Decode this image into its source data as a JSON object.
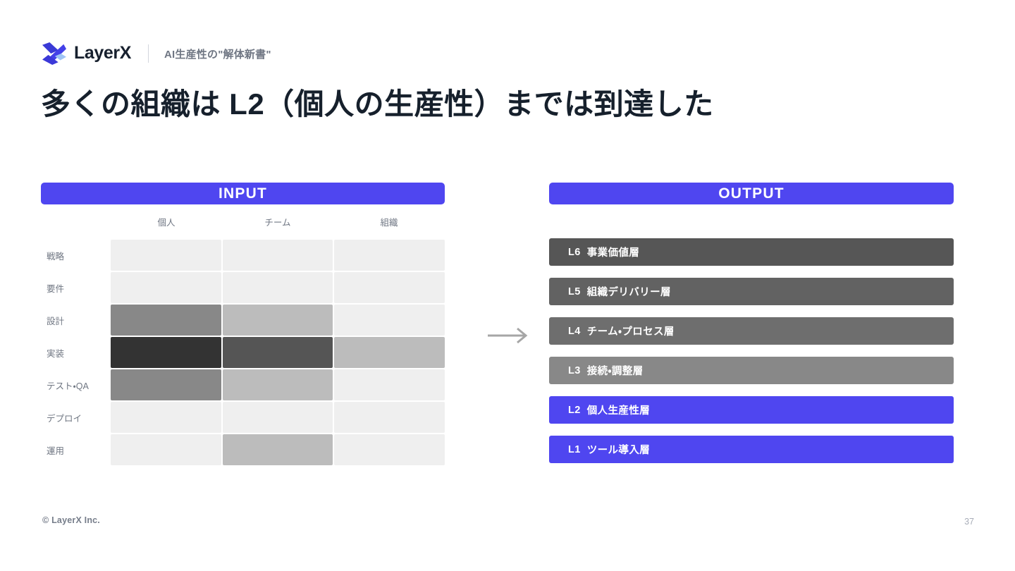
{
  "header": {
    "logo_word": "LayerX",
    "logo_icon": "layerx-x-mark-icon",
    "subtitle": "AI生産性の\"解体新書\""
  },
  "title": "多くの組織は L2（個人の生産性）までは到達した",
  "input_panel": {
    "heading": "INPUT",
    "columns": [
      "個人",
      "チーム",
      "組織"
    ],
    "rows": [
      "戦略",
      "要件",
      "設計",
      "実装",
      "テスト・QA",
      "デプロイ",
      "運用"
    ]
  },
  "output_panel": {
    "heading": "OUTPUT",
    "layers": [
      {
        "code": "L6",
        "label": "事業価値層",
        "color": "#565656"
      },
      {
        "code": "L5",
        "label": "組織デリバリー層",
        "color": "#626262"
      },
      {
        "code": "L4",
        "label": "チーム・プロセス層",
        "color": "#6e6e6e"
      },
      {
        "code": "L3",
        "label": "接続・調整層",
        "color": "#888888"
      },
      {
        "code": "L2",
        "label": "個人生産性層",
        "color": "#4f46f0"
      },
      {
        "code": "L1",
        "label": "ツール導入層",
        "color": "#4f46f0"
      }
    ]
  },
  "flow": {
    "arrow_icon": "arrow-right-icon"
  },
  "footer": {
    "copyright": "© LayerX Inc.",
    "page_number": "37"
  },
  "palette": {
    "accent": "#4f46f0",
    "heat_0": "#efefef",
    "heat_1": "#bcbcbc",
    "heat_2": "#888888",
    "heat_3": "#555555",
    "heat_4": "#333333"
  },
  "chart_data": {
    "type": "heatmap",
    "title": "INPUT",
    "xlabel": "",
    "ylabel": "",
    "x_categories": [
      "個人",
      "チーム",
      "組織"
    ],
    "y_categories": [
      "戦略",
      "要件",
      "設計",
      "実装",
      "テスト・QA",
      "デプロイ",
      "運用"
    ],
    "scale": "0 = 未着手 (最も薄い) … 4 = 最も濃い",
    "colors": [
      "#efefef",
      "#bcbcbc",
      "#888888",
      "#555555",
      "#333333"
    ],
    "values": [
      [
        0,
        0,
        0
      ],
      [
        0,
        0,
        0
      ],
      [
        2,
        1,
        0
      ],
      [
        4,
        3,
        1
      ],
      [
        2,
        1,
        0
      ],
      [
        0,
        0,
        0
      ],
      [
        0,
        1,
        0
      ]
    ],
    "grid": false,
    "legend": "none"
  }
}
